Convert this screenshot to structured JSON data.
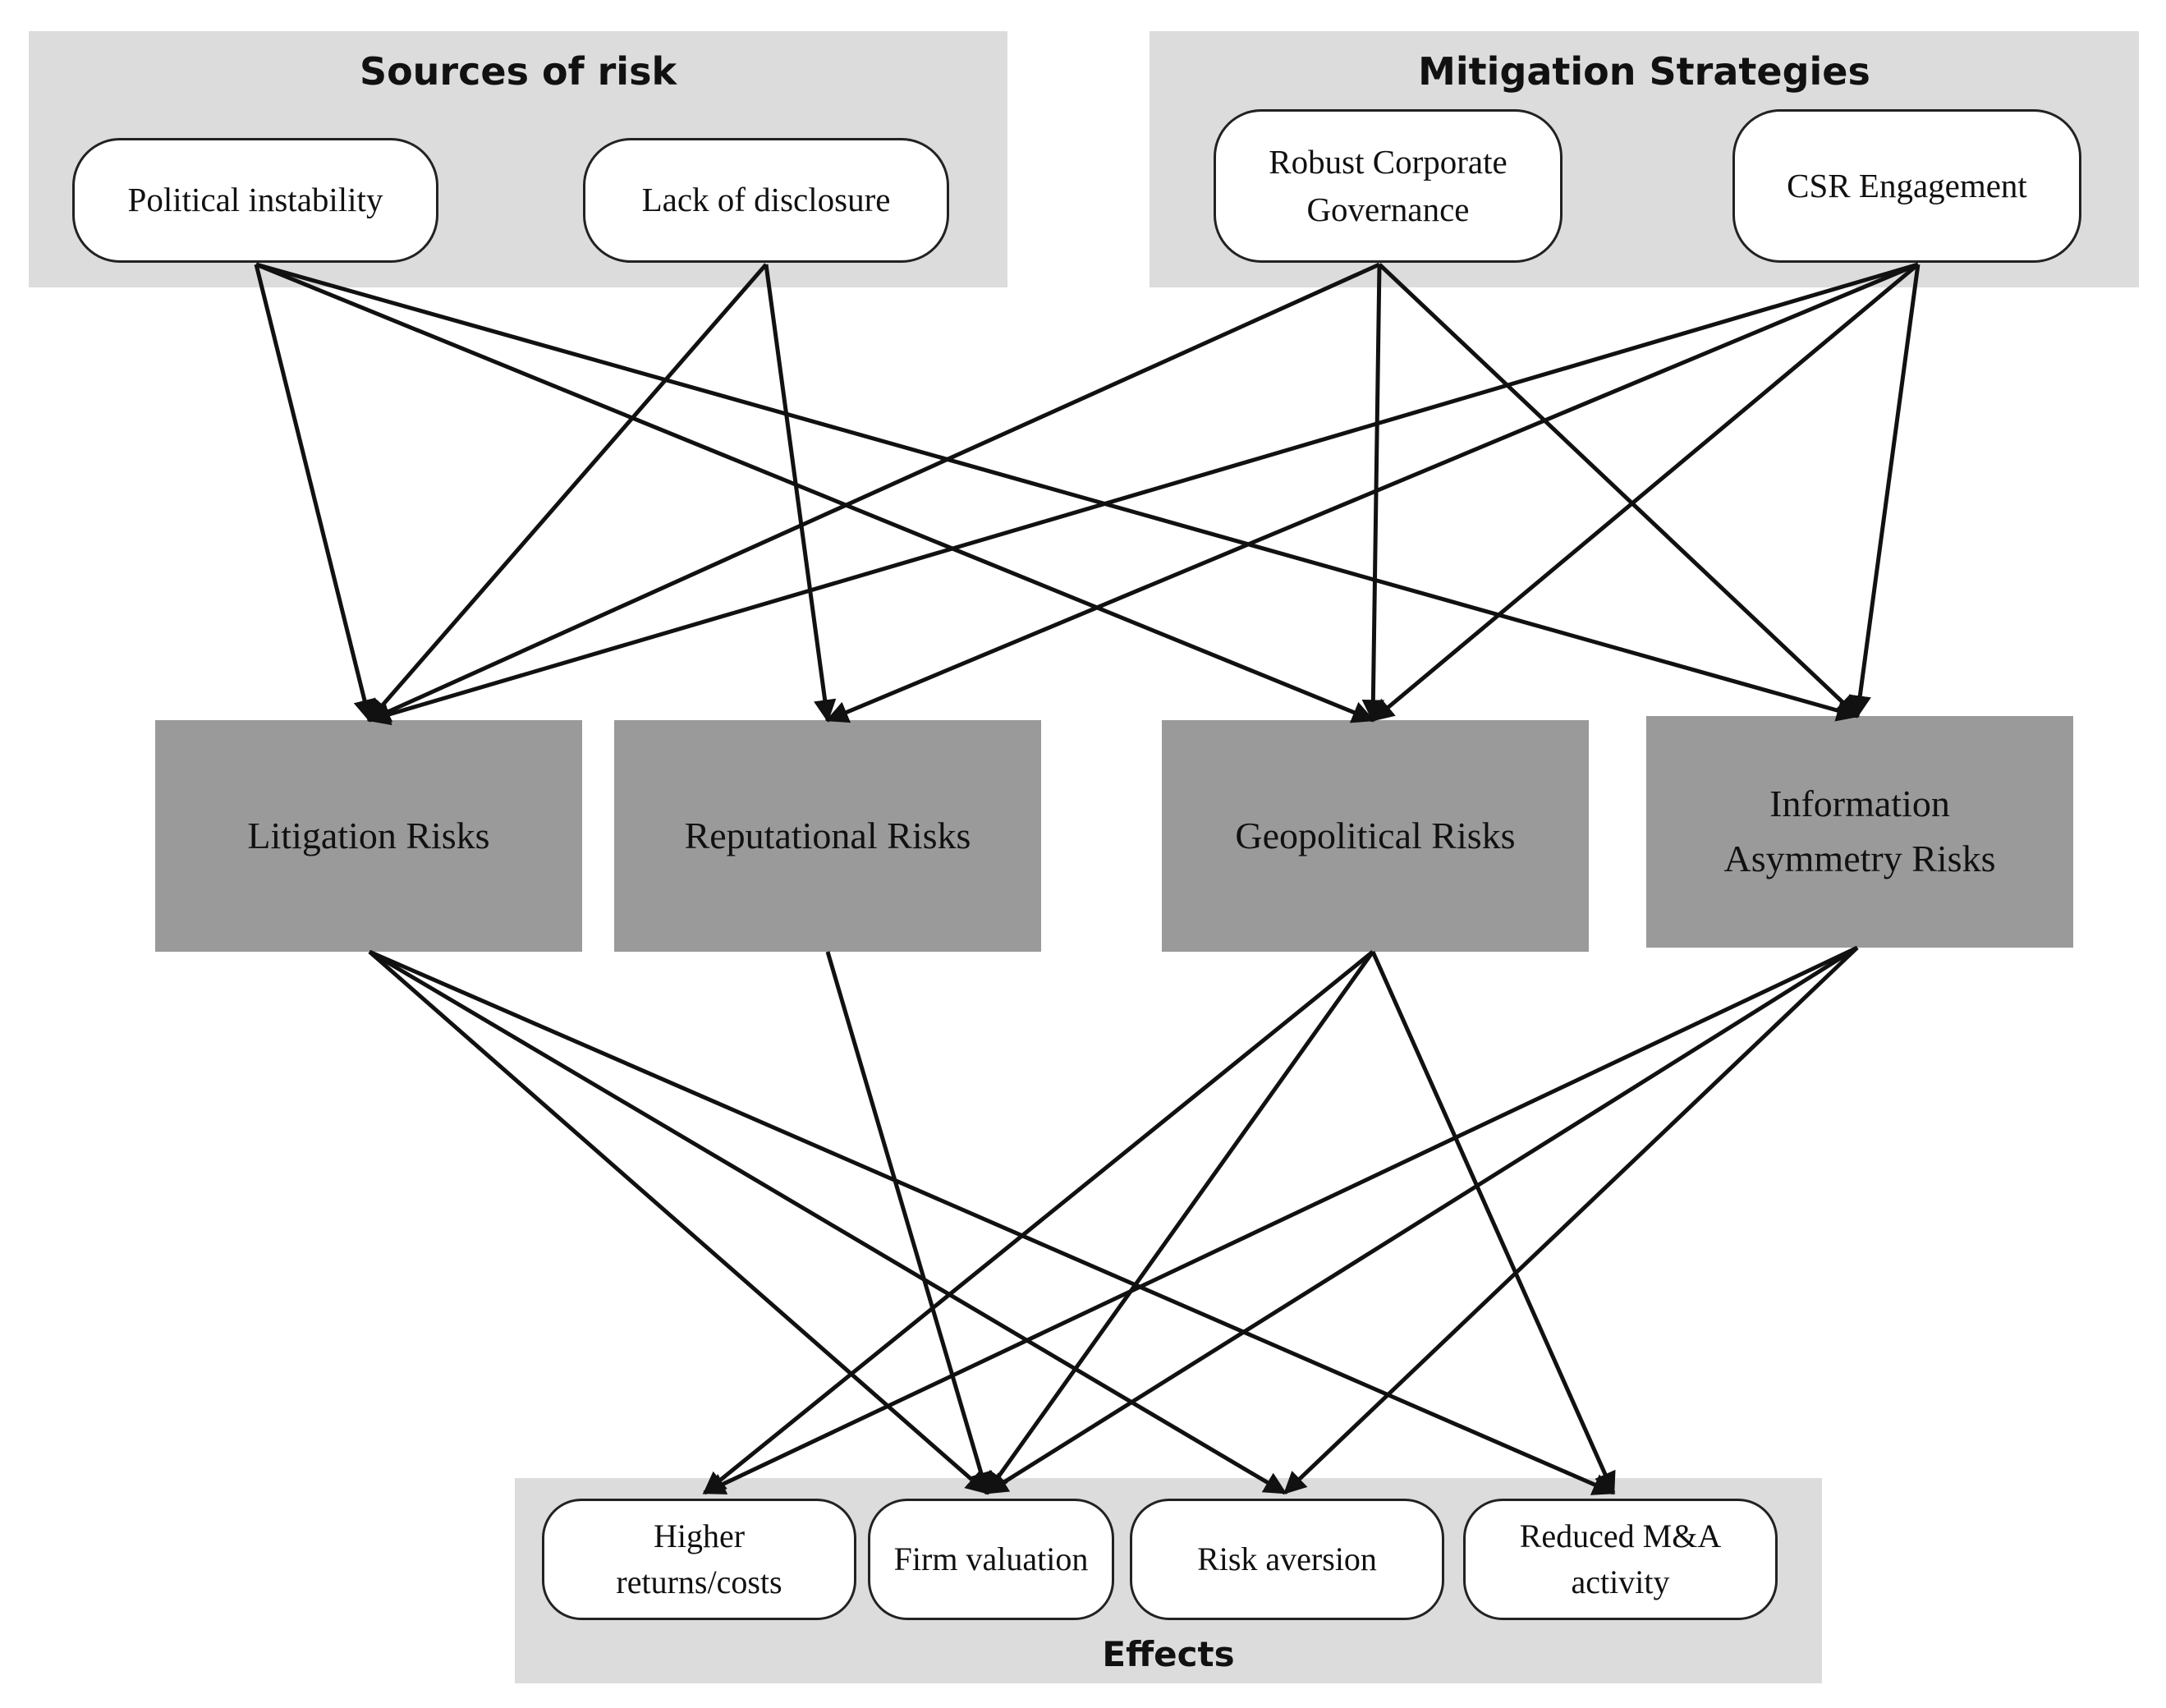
{
  "sources": {
    "title": "Sources of risk",
    "items": [
      {
        "id": "political",
        "label": "Political instability"
      },
      {
        "id": "disclosure",
        "label": "Lack of disclosure"
      }
    ]
  },
  "mitigation": {
    "title": "Mitigation Strategies",
    "items": [
      {
        "id": "governance",
        "label": "Robust Corporate\nGovernance"
      },
      {
        "id": "csr",
        "label": "CSR Engagement"
      }
    ]
  },
  "risks": [
    {
      "id": "litigation",
      "label": "Litigation Risks"
    },
    {
      "id": "reputational",
      "label": "Reputational Risks"
    },
    {
      "id": "geopolitical",
      "label": "Geopolitical Risks"
    },
    {
      "id": "asymmetry",
      "label": "Information\nAsymmetry Risks"
    }
  ],
  "effects": {
    "title": "Effects",
    "items": [
      {
        "id": "returns",
        "label": "Higher\nreturns/costs"
      },
      {
        "id": "valuation",
        "label": "Firm valuation"
      },
      {
        "id": "aversion",
        "label": "Risk aversion"
      },
      {
        "id": "ma",
        "label": "Reduced M&A\nactivity"
      }
    ]
  },
  "edges": [
    {
      "from": "political",
      "to": "litigation"
    },
    {
      "from": "political",
      "to": "geopolitical"
    },
    {
      "from": "political",
      "to": "asymmetry"
    },
    {
      "from": "disclosure",
      "to": "litigation"
    },
    {
      "from": "disclosure",
      "to": "reputational"
    },
    {
      "from": "governance",
      "to": "litigation"
    },
    {
      "from": "governance",
      "to": "geopolitical"
    },
    {
      "from": "governance",
      "to": "asymmetry"
    },
    {
      "from": "csr",
      "to": "litigation"
    },
    {
      "from": "csr",
      "to": "reputational"
    },
    {
      "from": "csr",
      "to": "geopolitical"
    },
    {
      "from": "csr",
      "to": "asymmetry"
    },
    {
      "from": "litigation",
      "to": "valuation"
    },
    {
      "from": "litigation",
      "to": "aversion"
    },
    {
      "from": "litigation",
      "to": "ma"
    },
    {
      "from": "reputational",
      "to": "valuation"
    },
    {
      "from": "geopolitical",
      "to": "returns"
    },
    {
      "from": "geopolitical",
      "to": "valuation"
    },
    {
      "from": "geopolitical",
      "to": "ma"
    },
    {
      "from": "asymmetry",
      "to": "returns"
    },
    {
      "from": "asymmetry",
      "to": "valuation"
    },
    {
      "from": "asymmetry",
      "to": "aversion"
    }
  ]
}
